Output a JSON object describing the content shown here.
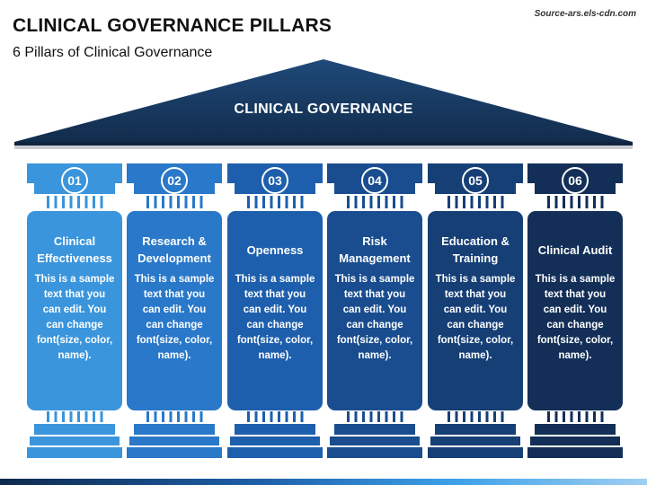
{
  "header": {
    "title": "CLINICAL GOVERNANCE PILLARS",
    "subtitle": "6 Pillars of Clinical Governance",
    "source": "Source-ars.els-cdn.com"
  },
  "roof": {
    "label": "CLINICAL GOVERNANCE",
    "color": "#1b3a61"
  },
  "pillars": [
    {
      "number": "01",
      "heading": "Clinical Effectiveness",
      "text": "This is a sample text that you can edit. You can change font(size, color, name).",
      "color": "#3a95dc"
    },
    {
      "number": "02",
      "heading": "Research & Development",
      "text": "This is a sample text that you can edit. You can change font(size, color, name).",
      "color": "#2a78c9"
    },
    {
      "number": "03",
      "heading": "Openness",
      "text": "This is a sample text that you can edit. You can change font(size, color, name).",
      "color": "#1e5fad"
    },
    {
      "number": "04",
      "heading": "Risk Management",
      "text": "This is a sample text that you can edit. You can change font(size, color, name).",
      "color": "#194d8f"
    },
    {
      "number": "05",
      "heading": "Education & Training",
      "text": "This is a sample text that you can edit. You can change font(size, color, name).",
      "color": "#163f76"
    },
    {
      "number": "06",
      "heading": "Clinical Audit",
      "text": "This is a sample text that you can edit. You can change font(size, color, name).",
      "color": "#132f57"
    }
  ]
}
